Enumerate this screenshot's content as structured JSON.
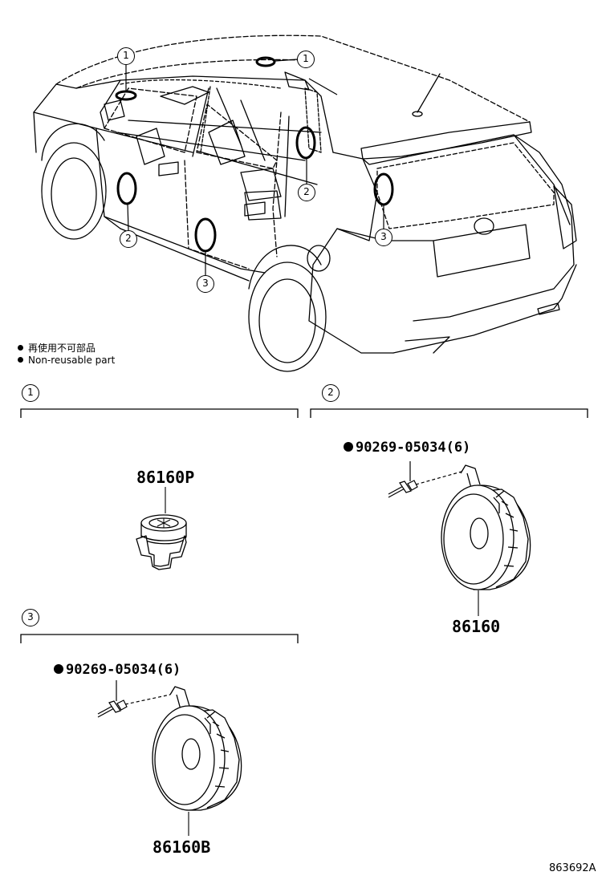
{
  "legend": {
    "non_reusable_jp": "再使用不可部品",
    "non_reusable_en": "Non-reusable part"
  },
  "callouts": {
    "one": "1",
    "two": "2",
    "three": "3"
  },
  "sections": [
    {
      "index": "1"
    },
    {
      "index": "2"
    },
    {
      "index": "3"
    }
  ],
  "parts": {
    "tweeter": "86160P",
    "front_door_speaker": "86160",
    "rear_door_speaker": "86160B",
    "screw_front": "90269-05034(6)",
    "screw_rear": "90269-05034(6)"
  },
  "figure_code": "863692A"
}
